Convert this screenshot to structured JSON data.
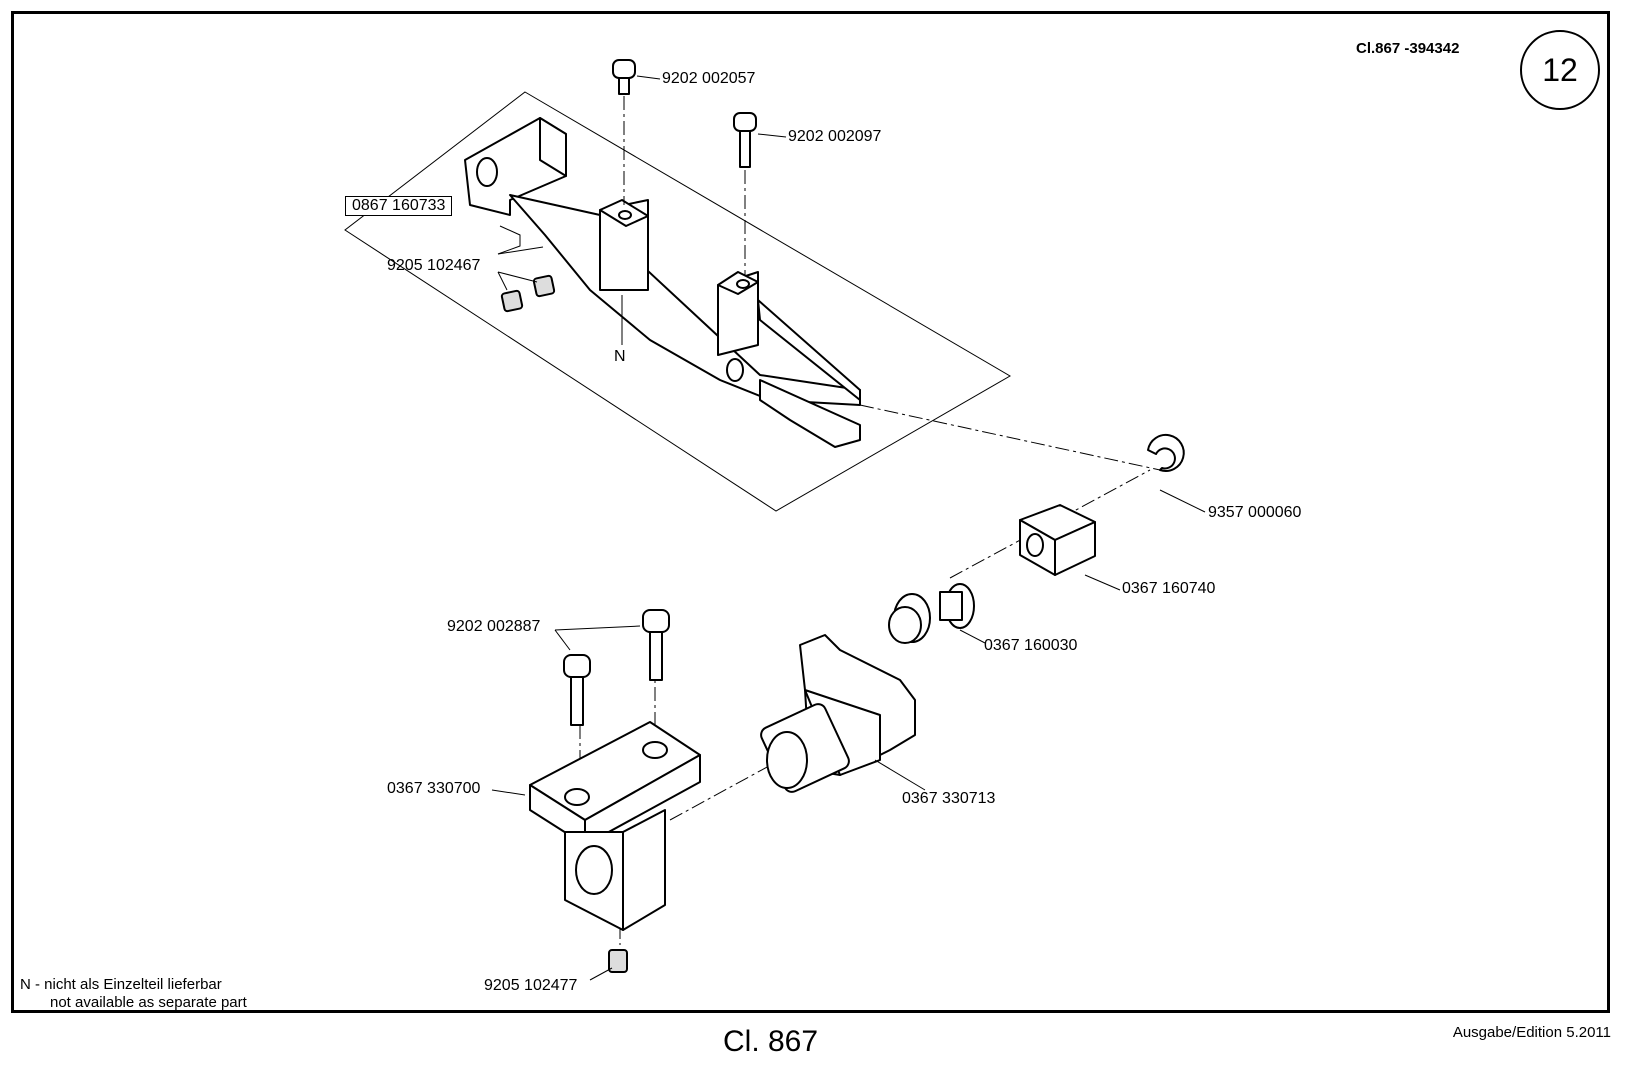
{
  "header": {
    "class_code": "Cl.867 -394342",
    "sheet_number": "12"
  },
  "parts": {
    "p_9202_002057": "9202 002057",
    "p_9202_002097": "9202 002097",
    "p_0867_160733": "0867 160733",
    "p_9205_102467": "9205 102467",
    "n_marker": "N",
    "p_9357_000060": "9357 000060",
    "p_0367_160740": "0367 160740",
    "p_9202_002887": "9202 002887",
    "p_0367_160030": "0367 160030",
    "p_0367_330700": "0367 330700",
    "p_0367_330713": "0367 330713",
    "p_9205_102477": "9205 102477"
  },
  "note": {
    "line1": "N - nicht als Einzelteil lieferbar",
    "line2": "not available as separate part"
  },
  "footer": {
    "title": "Cl. 867",
    "edition": "Ausgabe/Edition  5.2011"
  }
}
